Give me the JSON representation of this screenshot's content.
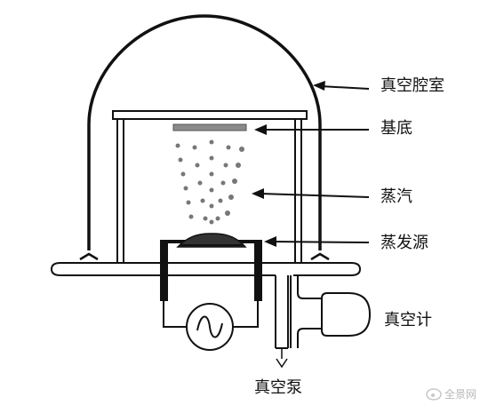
{
  "labels": {
    "chamber": "真空腔室",
    "substrate": "基底",
    "vapor": "蒸汽",
    "source": "蒸发源",
    "gauge": "真空计",
    "pump": "真空泵"
  },
  "watermark": "全景网",
  "colors": {
    "line": "#111111",
    "substrate": "#8a8a8a",
    "vapor_dot": "#777777",
    "background": "#ffffff"
  },
  "icons": {
    "power_supply": "ac-sine-icon",
    "pump_outlet": "down-arrow-icon",
    "watermark_logo": "weibo-logo-icon"
  }
}
